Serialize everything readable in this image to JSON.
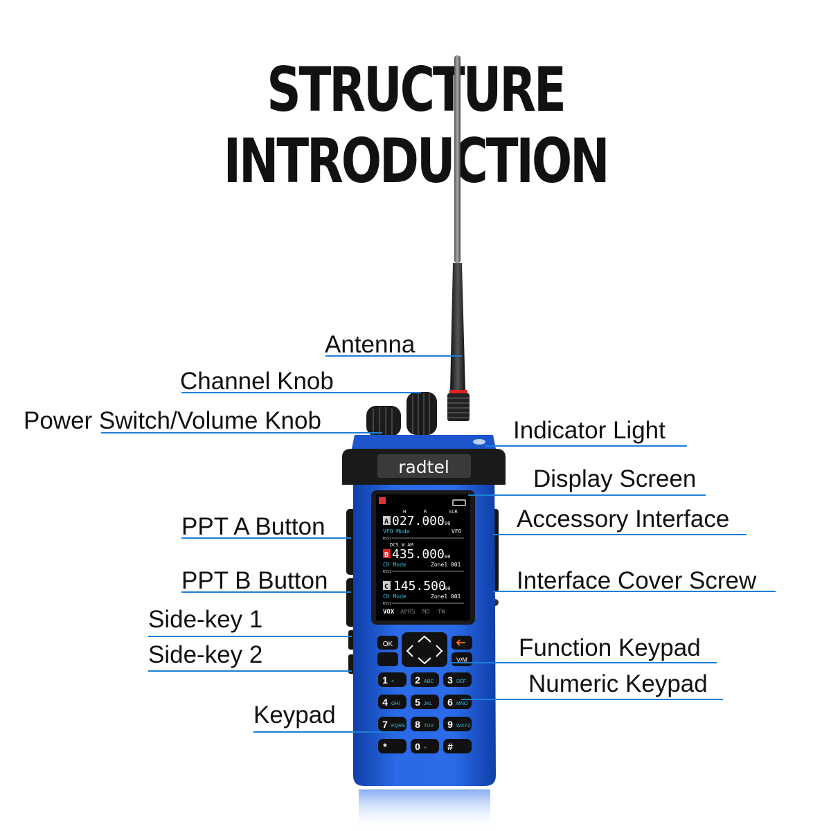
{
  "title": "STRUCTURE INTRODUCTION",
  "colors": {
    "callout_line": "#1d7fd6",
    "radio_body": "#1f5fd8",
    "screen_cyan": "#35c2e8",
    "text": "#111111"
  },
  "brand": "radtel",
  "labels": {
    "antenna": "Antenna",
    "channel_knob": "Channel Knob",
    "power_volume_knob": "Power Switch/Volume Knob",
    "indicator_light": "Indicator Light",
    "display_screen": "Display Screen",
    "ppt_a_button": "PPT A Button",
    "accessory_interface": "Accessory Interface",
    "ppt_b_button": "PPT B Button",
    "interface_cover_screw": "Interface Cover Screw",
    "side_key_1": "Side-key 1",
    "side_key_2": "Side-key 2",
    "function_keypad": "Function Keypad",
    "numeric_keypad": "Numeric Keypad",
    "keypad": "Keypad"
  },
  "screen": {
    "status_icons": [
      "H",
      "R",
      "SCR"
    ],
    "ch_a": {
      "tag": "A",
      "freq": "027.000",
      "small": "00",
      "mode": "VFO Mode",
      "right": "VFO"
    },
    "ch_b": {
      "tag": "B",
      "tones": "DCS  W  AM",
      "freq": "435.000",
      "small": "00",
      "mode": "CH Mode",
      "right": "Zone1 001"
    },
    "ch_c": {
      "tag": "C",
      "freq": "145.500",
      "small": "00",
      "mode": "CH Mode",
      "right": "Zone1 001"
    },
    "rssi": "RSSI",
    "bottom": [
      "VOX",
      "APRS",
      "MO",
      "TW"
    ]
  },
  "keys": {
    "ok": "OK",
    "vm": "V/M",
    "numeric": [
      {
        "digit": "1",
        "sub": "<"
      },
      {
        "digit": "2",
        "sub": "ABC"
      },
      {
        "digit": "3",
        "sub": "DEF"
      },
      {
        "digit": "4",
        "sub": "GHI"
      },
      {
        "digit": "5",
        "sub": "JKL"
      },
      {
        "digit": "6",
        "sub": "MNO"
      },
      {
        "digit": "7",
        "sub": "PQRS"
      },
      {
        "digit": "8",
        "sub": "TUV"
      },
      {
        "digit": "9",
        "sub": "WXYZ"
      },
      {
        "digit": "*",
        "sub": ""
      },
      {
        "digit": "0",
        "sub": "+"
      },
      {
        "digit": "#",
        "sub": ""
      }
    ]
  }
}
